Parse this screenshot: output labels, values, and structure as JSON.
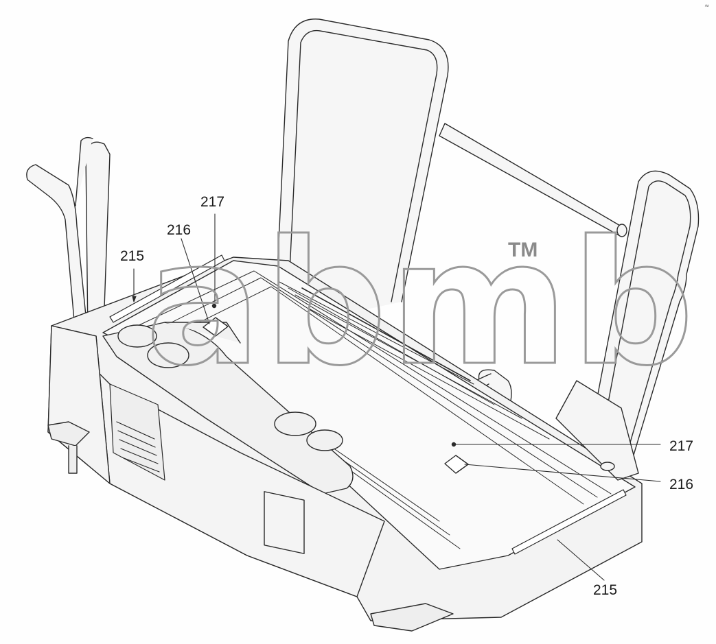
{
  "callouts": {
    "c215_left": "215",
    "c216_left": "216",
    "c217_left": "217",
    "c217_right": "217",
    "c216_right": "216",
    "c215_right": "215"
  },
  "watermark": {
    "text": "abmb",
    "tm": "TM"
  },
  "corner_mark": "≈",
  "colors": {
    "line": "#2a2a2a",
    "fill": "#f4f4f4",
    "watermark": "#9a9a9a",
    "background": "#fefefe"
  }
}
